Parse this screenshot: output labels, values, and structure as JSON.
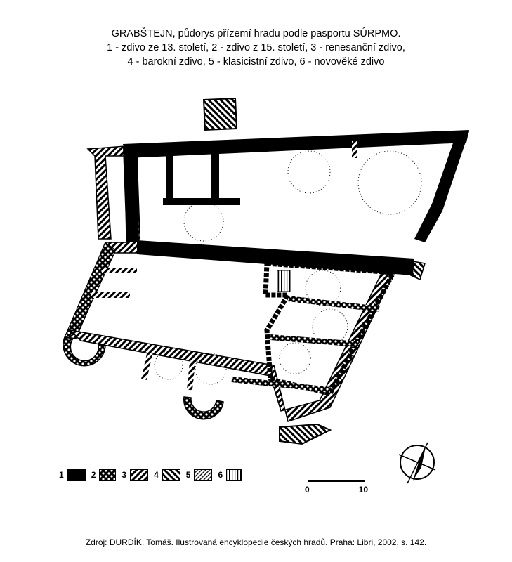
{
  "title": {
    "line1": "GRABŠTEJN, půdorys přízemí hradu podle pasportu SÚRPMO.",
    "line2": "1 - zdivo ze 13. století, 2 - zdivo z 15. století, 3 - renesanční zdivo,",
    "line3": "4 - barokní zdivo, 5 - klasicistní zdivo, 6 - novověké zdivo"
  },
  "legend": [
    {
      "num": "1",
      "pattern": "solid-black"
    },
    {
      "num": "2",
      "pattern": "dots"
    },
    {
      "num": "3",
      "pattern": "diagonal-hatch"
    },
    {
      "num": "4",
      "pattern": "back-diagonal-hatch"
    },
    {
      "num": "5",
      "pattern": "fine-diagonal-hatch"
    },
    {
      "num": "6",
      "pattern": "vertical-lines"
    }
  ],
  "scale": {
    "start": "0",
    "end": "10"
  },
  "source": "Zdroj: DURDÍK, Tomáš. Ilustrovaná encyklopedie českých hradů. Praha: Libri, 2002, s. 142.",
  "colors": {
    "ink": "#000000",
    "paper": "#ffffff"
  }
}
